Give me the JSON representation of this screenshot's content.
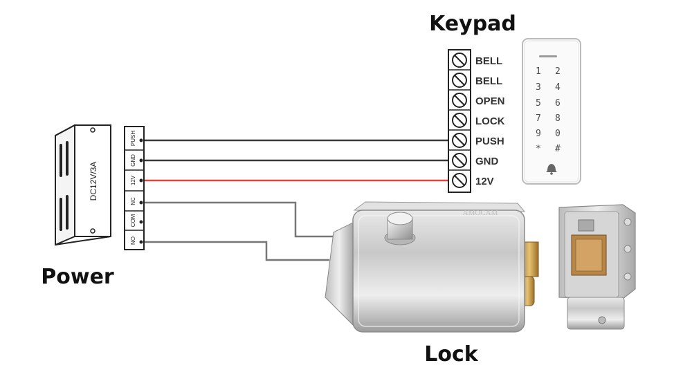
{
  "headings": {
    "keypad": "Keypad",
    "power": "Power",
    "lock": "Lock"
  },
  "power_supply": {
    "rating": "DC12V/3A",
    "terminals": [
      "PUSH",
      "GND",
      "12V",
      "NC",
      "COM",
      "NO"
    ]
  },
  "keypad": {
    "terminals": [
      "BELL",
      "BELL",
      "OPEN",
      "LOCK",
      "PUSH",
      "GND",
      "12V"
    ],
    "keys": [
      [
        "1",
        "2"
      ],
      [
        "3",
        "4"
      ],
      [
        "5",
        "6"
      ],
      [
        "7",
        "8"
      ],
      [
        "9",
        "0"
      ],
      [
        "*",
        "#"
      ]
    ],
    "bell_icon": "bell-icon"
  },
  "lock": {
    "watermark": "AMOCAM"
  },
  "colors": {
    "wire_dark": "#3a3a3a",
    "wire_red": "#e0443a",
    "wire_grey": "#777777"
  }
}
